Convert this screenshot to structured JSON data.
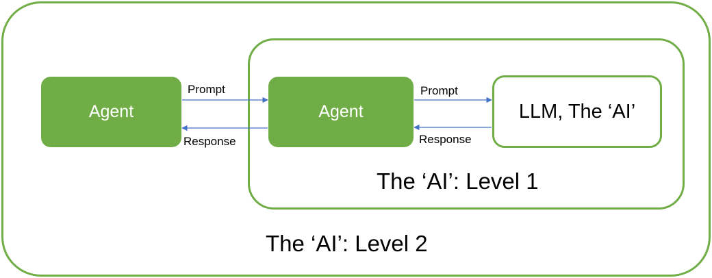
{
  "diagram": {
    "outer_label": "The ‘AI’: Level 2",
    "inner_label": "The ‘AI’: Level 1",
    "agent_outer": "Agent",
    "agent_inner": "Agent",
    "llm_label": "LLM, The ‘AI’",
    "left_link": {
      "prompt": "Prompt",
      "response": "Response"
    },
    "right_link": {
      "prompt": "Prompt",
      "response": "Response"
    }
  },
  "colors": {
    "accent_green": "#70ad47",
    "arrow_blue": "#4472c4"
  }
}
